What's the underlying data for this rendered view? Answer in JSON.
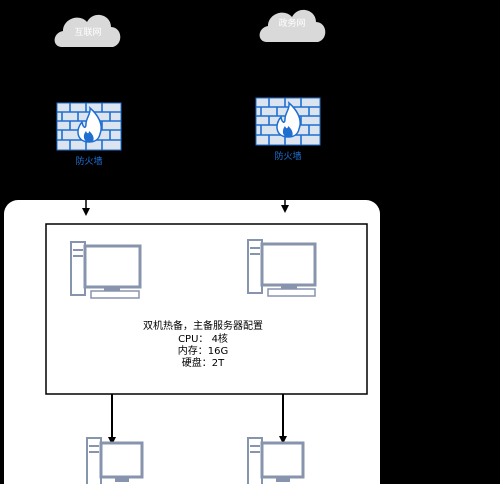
{
  "clouds": {
    "internet": "互联网",
    "gov": "政务网"
  },
  "firewalls": {
    "left": "防火墙",
    "right": "防火墙"
  },
  "server_box": {
    "line1": "双机热备，主备服务器配置",
    "line2": "CPU：  4核",
    "line3": "内存：16G",
    "line4": "硬盘：2T"
  },
  "colors": {
    "background": "#000000",
    "panel": "#ffffff",
    "cloud_fill": "#d9d9d9",
    "cloud_text": "#ffffff",
    "firewall_blue": "#1f6fd1",
    "firewall_wall": "#dbe4ef",
    "monitor_frame": "#8794ad",
    "monitor_screen": "#ffffff"
  },
  "icons": [
    "cloud-icon",
    "firewall-icon",
    "computer-icon"
  ]
}
